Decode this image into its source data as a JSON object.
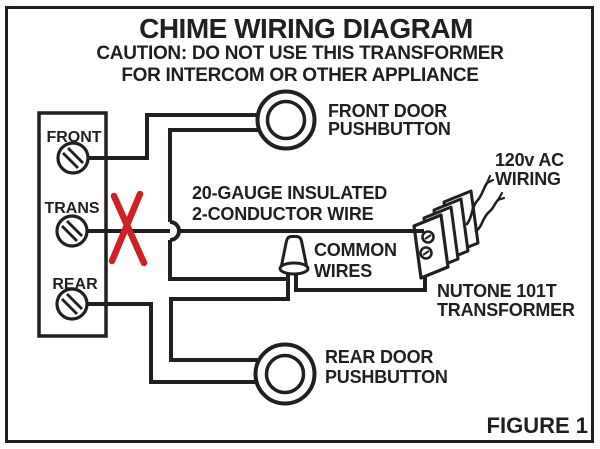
{
  "figure": {
    "title": "CHIME WIRING DIAGRAM",
    "caution_line1": "CAUTION: DO NOT USE THIS TRANSFORMER",
    "caution_line2": "FOR INTERCOM OR OTHER APPLIANCE",
    "figure_label": "FIGURE 1"
  },
  "terminal_block": {
    "front_label": "FRONT",
    "trans_label": "TRANS",
    "rear_label": "REAR"
  },
  "labels": {
    "front_pushbutton_line1": "FRONT DOOR",
    "front_pushbutton_line2": "PUSHBUTTON",
    "rear_pushbutton_line1": "REAR DOOR",
    "rear_pushbutton_line2": "PUSHBUTTON",
    "wire_line1": "20-GAUGE INSULATED",
    "wire_line2": "2-CONDUCTOR WIRE",
    "common_line1": "COMMON",
    "common_line2": "WIRES",
    "ac_line1": "120v AC",
    "ac_line2": "WIRING",
    "transformer_line1": "NUTONE 101T",
    "transformer_line2": "TRANSFORMER"
  },
  "icons": {
    "terminal_screws": "screw-icon",
    "pushbuttons": "pushbutton-circle-icon",
    "wire_nut": "wire-nut-icon",
    "transformer": "transformer-icon",
    "crossout": "red-x-icon"
  },
  "colors": {
    "ink": "#231f20",
    "cross_red": "#cf2027",
    "background": "#ffffff"
  }
}
